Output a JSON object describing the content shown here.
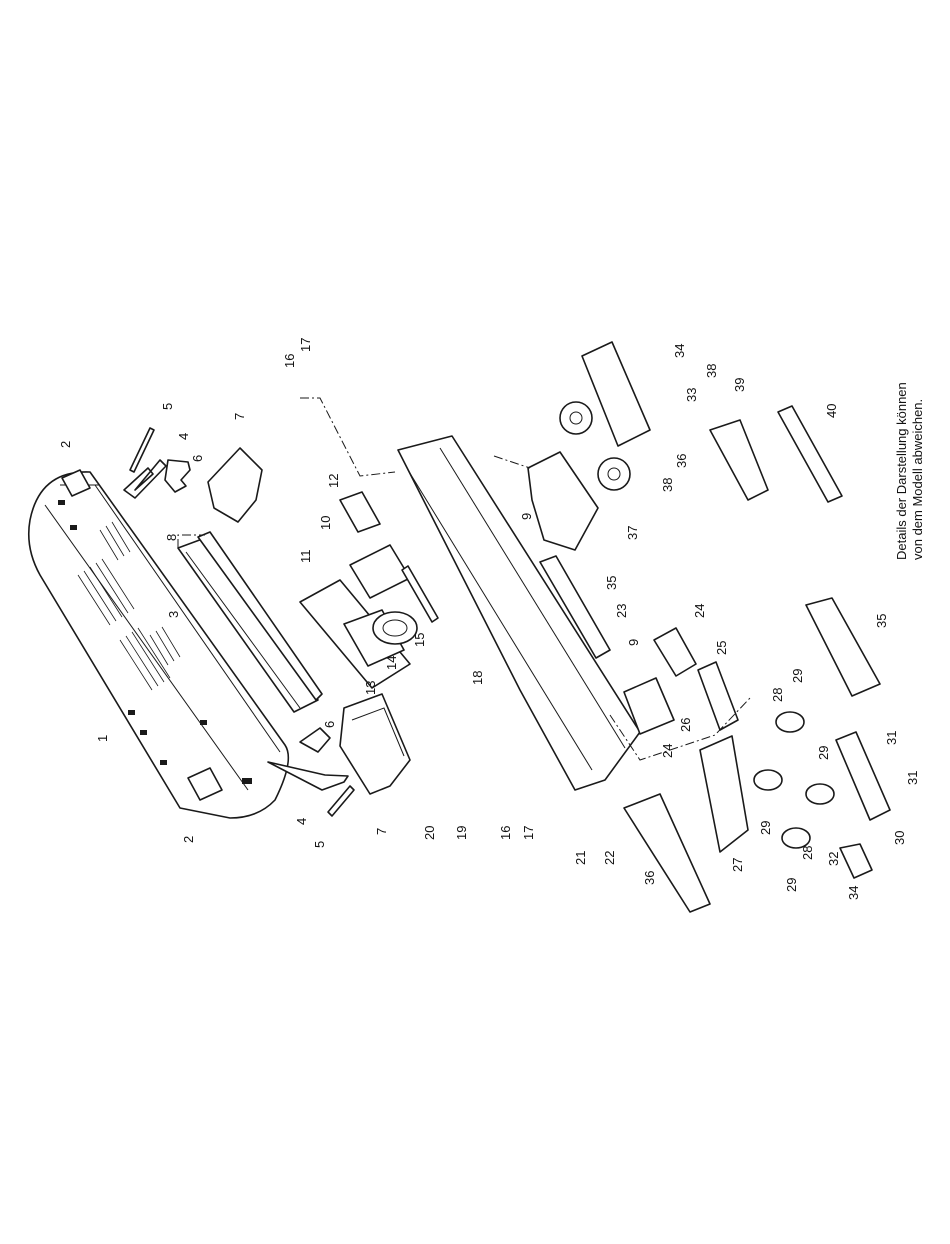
{
  "note": {
    "line1": "Details der Darstellung können",
    "line2": "von dem Modell abweichen."
  },
  "parts": {
    "p1": "1",
    "p2a": "2",
    "p2b": "2",
    "p3": "3",
    "p4a": "4",
    "p4b": "4",
    "p5a": "5",
    "p5b": "5",
    "p6a": "6",
    "p6b": "6",
    "p7a": "7",
    "p7b": "7",
    "p8": "8",
    "p9a": "9",
    "p9b": "9",
    "p10": "10",
    "p11": "11",
    "p12": "12",
    "p13": "13",
    "p14": "14",
    "p15": "15",
    "p16a": "16",
    "p16b": "16",
    "p17a": "17",
    "p17b": "17",
    "p18": "18",
    "p19": "19",
    "p20": "20",
    "p21": "21",
    "p22": "22",
    "p23": "23",
    "p24a": "24",
    "p24b": "24",
    "p25": "25",
    "p26": "26",
    "p27": "27",
    "p28a": "28",
    "p28b": "28",
    "p29a": "29",
    "p29b": "29",
    "p29c": "29",
    "p29d": "29",
    "p30": "30",
    "p31a": "31",
    "p31b": "31",
    "p32": "32",
    "p33": "33",
    "p34a": "34",
    "p34b": "34",
    "p35a": "35",
    "p35b": "35",
    "p36a": "36",
    "p36b": "36",
    "p37": "37",
    "p38a": "38",
    "p38b": "38",
    "p39": "39",
    "p40": "40"
  }
}
